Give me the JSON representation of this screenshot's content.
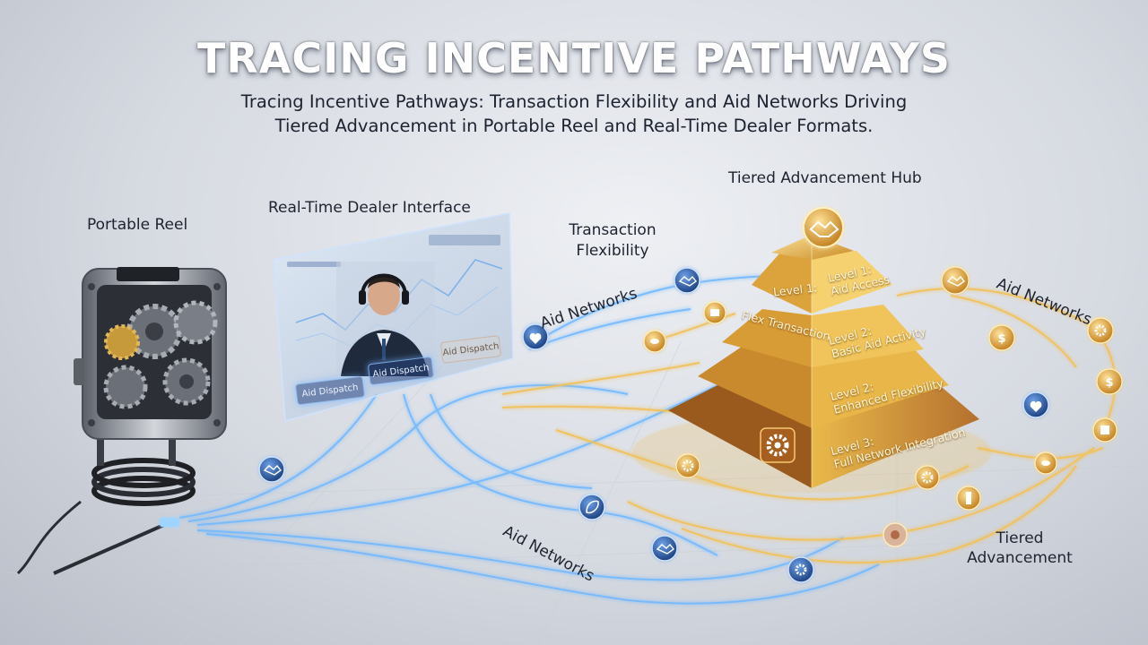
{
  "header": {
    "title": "TRACING INCENTIVE PATHWAYS",
    "subtitle_line1": "Tracing Incentive Pathways: Transaction Flexibility and Aid Networks Driving",
    "subtitle_line2": "Tiered Advancement in Portable Reel and Real-Time Dealer Formats."
  },
  "labels": {
    "portable_reel": "Portable Reel",
    "dealer_interface": "Real-Time Dealer Interface",
    "transaction_flexibility_line1": "Transaction",
    "transaction_flexibility_line2": "Flexibility",
    "tiered_hub": "Tiered Advancement Hub",
    "aid_networks_left": "Aid Networks",
    "aid_networks_right": "Aid Networks",
    "aid_networks_bottom": "Aid Networks",
    "tiered_advancement_line1": "Tiered",
    "tiered_advancement_line2": "Advancement"
  },
  "dealer_panel": {
    "button_left": "Aid Dispatch",
    "button_mid": "Aid Dispatch",
    "button_right": "Aid Dispatch"
  },
  "pyramid": {
    "level1_left": "Level 1:",
    "level1_right_a": "Level 1:",
    "level1_right_b": "Aid Access",
    "level2_left": "Flex Transaction",
    "level2_right_a": "Level 2:",
    "level2_right_b": "Basic Aid Activity",
    "level3_right_a": "Level 2:",
    "level3_right_b": "Enhanced Flexibility",
    "level4_right_a": "Level 3:",
    "level4_right_b": "Full Network Integration"
  },
  "colors": {
    "blue_flow": "#6fb8ff",
    "gold_flow": "#f2c15a",
    "pyramid_gold": "#e7b43c",
    "pyramid_bronze": "#b4702e"
  },
  "icons": {
    "hub_top": "handshake-icon",
    "pyramid_base": "gear-icon",
    "nodes": [
      "handshake-icon",
      "gear-icon",
      "coin-icon",
      "leaf-icon",
      "hand-heart-icon"
    ]
  }
}
